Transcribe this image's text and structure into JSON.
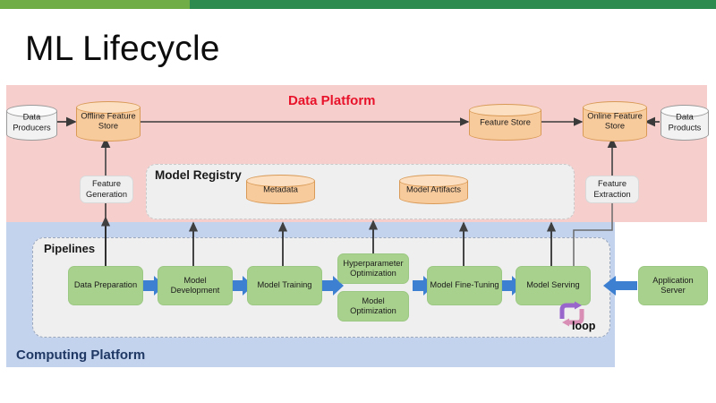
{
  "topbar": {
    "left_color": "#70ad47",
    "right_color": "#2e8b4f"
  },
  "title": "ML Lifecycle",
  "platforms": {
    "data": {
      "label": "Data Platform",
      "color": "#e8122a",
      "bg": "#f6cfcd"
    },
    "computing": {
      "label": "Computing Platform",
      "color": "#1f3864",
      "bg": "#c3d3ee"
    }
  },
  "model_registry": {
    "title": "Model Registry",
    "stores": [
      {
        "label": "Metadata"
      },
      {
        "label": "Model Artifacts"
      }
    ]
  },
  "pipelines": {
    "title": "Pipelines",
    "stages": [
      {
        "label": "Data Preparation"
      },
      {
        "label": "Model Development"
      },
      {
        "label": "Model Training"
      },
      {
        "label": "Hyperparameter Optimization"
      },
      {
        "label": "Model Optimization"
      },
      {
        "label": "Model Fine-Tuning"
      },
      {
        "label": "Model Serving"
      }
    ],
    "loop_label": "loop"
  },
  "data_platform_nodes": {
    "data_producers": "Data Producers",
    "offline_feature_store": "Offline Feature Store",
    "feature_store": "Feature Store",
    "online_feature_store": "Online Feature Store",
    "data_products": "Data Products",
    "feature_generation": "Feature Generation",
    "feature_extraction": "Feature Extraction"
  },
  "external": {
    "application_server": "Application Server"
  },
  "colors": {
    "green_node": "#a9d18e",
    "orange_cylinder": "#f8cb9c",
    "white_cylinder": "#f2f2f2",
    "blue_arrow": "#3d7fd1",
    "loop_purple": "#9966cc",
    "loop_pink": "#d98fb5"
  }
}
